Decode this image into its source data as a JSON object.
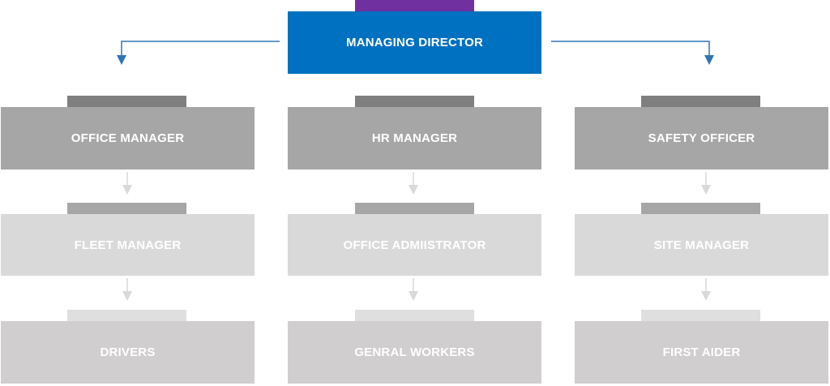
{
  "colors": {
    "director_box": "#0070c0",
    "director_tab": "#7030a0",
    "level1_box": "#a6a6a6",
    "level1_tab": "#7f7f7f",
    "level2_box": "#d9d9d9",
    "level2_tab": "#a6a6a6",
    "level3_box": "#d0cece",
    "level3_tab": "#e0dfdf",
    "top_arrow": "#2e75b6",
    "down_arrow": "#d9d9d9"
  },
  "chart": {
    "director": {
      "label": "MANAGING DIRECTOR"
    },
    "columns": [
      {
        "level1": "OFFICE MANAGER",
        "level2": "FLEET MANAGER",
        "level3": "DRIVERS"
      },
      {
        "level1": "HR MANAGER",
        "level2": "OFFICE ADMIISTRATOR",
        "level3": "GENRAL WORKERS"
      },
      {
        "level1": "SAFETY OFFICER",
        "level2": "SITE MANAGER",
        "level3": "FIRST AIDER"
      }
    ]
  }
}
